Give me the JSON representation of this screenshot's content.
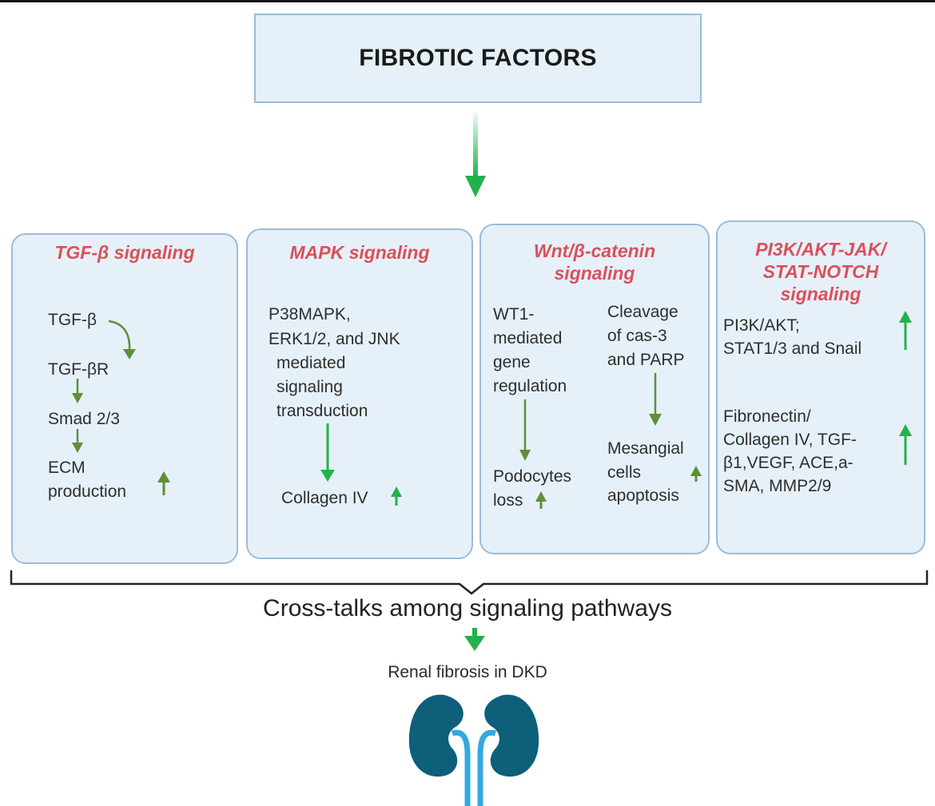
{
  "header": {
    "title": "FIBROTIC FACTORS"
  },
  "panels": [
    {
      "title": "TGF-β signaling",
      "items": [
        "TGF-β",
        "TGF-βR",
        "Smad 2/3",
        "ECM",
        "production"
      ]
    },
    {
      "title": "MAPK signaling",
      "lines": [
        "P38MAPK,",
        "ERK1/2, and JNK",
        "mediated",
        "signaling",
        "transduction"
      ],
      "result": "Collagen IV"
    },
    {
      "title_lines": [
        "Wnt/β-catenin",
        "signaling"
      ],
      "left_lines": [
        "WT1-",
        "mediated",
        "gene",
        "regulation"
      ],
      "left_result_lines": [
        "Podocytes",
        "loss"
      ],
      "right_lines": [
        "Cleavage",
        "of cas-3",
        "and PARP"
      ],
      "right_result_lines": [
        "Mesangial",
        "cells",
        "apoptosis"
      ]
    },
    {
      "title_lines": [
        "PI3K/AKT-JAK/",
        "STAT-NOTCH",
        "signaling"
      ],
      "block1_lines": [
        "PI3K/AKT;",
        "STAT1/3 and Snail"
      ],
      "block2_lines": [
        "Fibronectin/",
        "Collagen IV, TGF-",
        "β1,VEGF, ACE,a-",
        "SMA, MMP2/9"
      ]
    }
  ],
  "footer": {
    "crosstalk": "Cross-talks among signaling pathways",
    "outcome": "Renal fibrosis in DKD"
  },
  "colors": {
    "panel_fill": "#e6f0f8",
    "panel_border": "#9bbcd8",
    "title_red": "#d9515a",
    "arrow_bright_green": "#22b24c",
    "arrow_olive_green": "#5f8f3a",
    "kidney_teal": "#0d5f7a",
    "ureter_blue": "#35a8e0"
  },
  "icons": [
    "down-arrow-icon",
    "up-arrow-icon",
    "curved-arrow-icon",
    "kidney-icon",
    "brace-icon"
  ]
}
